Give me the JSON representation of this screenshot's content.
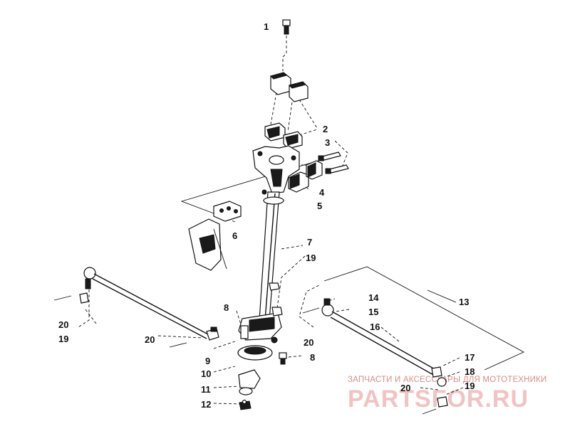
{
  "diagram": {
    "callouts": [
      {
        "id": "c1",
        "text": "1"
      },
      {
        "id": "c2",
        "text": "2"
      },
      {
        "id": "c3",
        "text": "3"
      },
      {
        "id": "c4",
        "text": "4"
      },
      {
        "id": "c5",
        "text": "5"
      },
      {
        "id": "c6",
        "text": "6"
      },
      {
        "id": "c7",
        "text": "7"
      },
      {
        "id": "c19a",
        "text": "19"
      },
      {
        "id": "c8a",
        "text": "8"
      },
      {
        "id": "c20a",
        "text": "20"
      },
      {
        "id": "c19b",
        "text": "19"
      },
      {
        "id": "c20b",
        "text": "20"
      },
      {
        "id": "c9",
        "text": "9"
      },
      {
        "id": "c10",
        "text": "10"
      },
      {
        "id": "c11",
        "text": "11"
      },
      {
        "id": "c12",
        "text": "12"
      },
      {
        "id": "c8b",
        "text": "8"
      },
      {
        "id": "c13",
        "text": "13"
      },
      {
        "id": "c14",
        "text": "14"
      },
      {
        "id": "c15",
        "text": "15"
      },
      {
        "id": "c20c",
        "text": "20"
      },
      {
        "id": "c16",
        "text": "16"
      },
      {
        "id": "c17",
        "text": "17"
      },
      {
        "id": "c18",
        "text": "18"
      },
      {
        "id": "c20d",
        "text": "20"
      },
      {
        "id": "c19c",
        "text": "19"
      }
    ]
  },
  "watermark": {
    "tagline": "ЗАПЧАСТИ И АКСЕССУАРЫ ДЛЯ МОТОТЕХНИКИ",
    "brand": "PARTSFOR.RU"
  },
  "colors": {
    "ink": "#111111",
    "watermark_text": "#d98c8c",
    "watermark_logo": "#f1c3c3"
  }
}
